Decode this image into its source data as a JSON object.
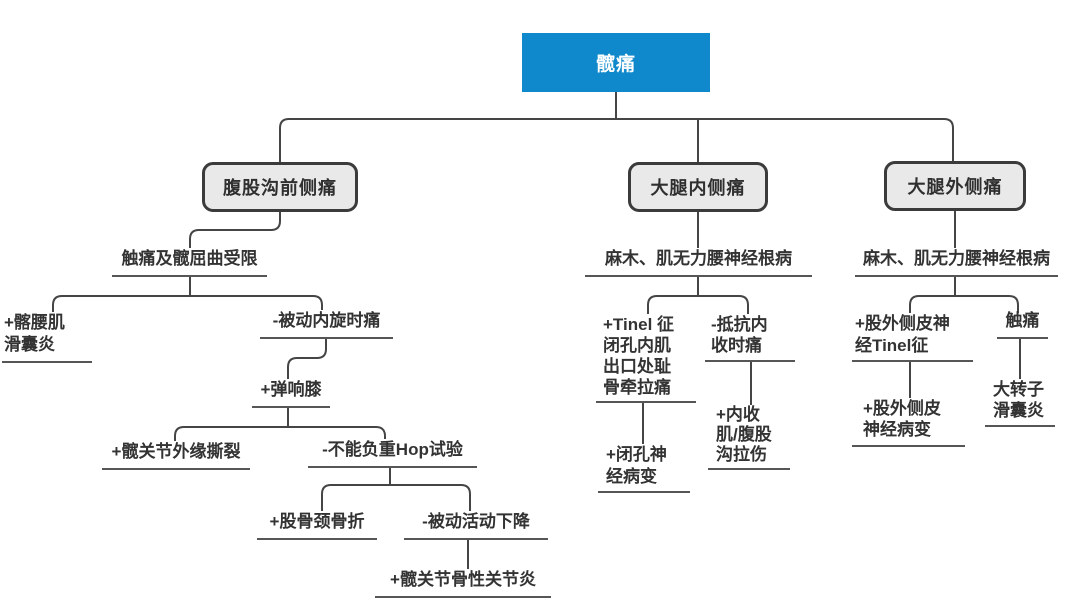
{
  "diagram": {
    "root": {
      "label": "髋痛"
    },
    "level1": [
      {
        "label": "腹股沟前侧痛"
      },
      {
        "label": "大腿内侧痛"
      },
      {
        "label": "大腿外侧痛"
      }
    ],
    "left": {
      "finding": "触痛及髋屈曲受限",
      "iliopsoas_bursitis": [
        "+髂腰肌",
        "滑囊炎"
      ],
      "passive_internal_rotation_pain": "-被动内旋时痛",
      "snapping_knee": "+弹响膝",
      "acetabular_rim_tear": "+髋关节外缘撕裂",
      "hop_test": "-不能负重Hop试验",
      "femoral_neck_fracture": "+股骨颈骨折",
      "decreased_passive_motion": "-被动活动下降",
      "hip_osteoarthritis": "+髋关节骨性关节炎"
    },
    "middle": {
      "finding": "麻木、肌无力腰神经根病",
      "tinel_sign": [
        "+Tinel 征",
        "闭孔内肌",
        "出口处耻",
        "骨牵拉痛"
      ],
      "obturator_neuropathy": [
        "+闭孔神",
        "经病变"
      ],
      "resisted_adduction_pain": [
        "-抵抗内",
        "收时痛"
      ],
      "adductor_groin_strain": [
        "+内收",
        "肌/腹股",
        "沟拉伤"
      ]
    },
    "right": {
      "finding": "麻木、肌无力腰神经根病",
      "lfcn_tinel": [
        "+股外侧皮神",
        "经Tinel征"
      ],
      "lfcn_neuropathy": [
        "+股外侧皮",
        "神经病变"
      ],
      "tenderness": "触痛",
      "trochanteric_bursitis": [
        "大转子",
        "滑囊炎"
      ]
    }
  },
  "colors": {
    "root_fill": "#0f89cb",
    "root_text": "#ffffff",
    "branch_box_fill": "#e9e9e9",
    "branch_box_border": "#3b3b3b",
    "connector_line": "#454545",
    "node_underline": "#565656",
    "node_text": "#333333",
    "background": "#ffffff"
  }
}
